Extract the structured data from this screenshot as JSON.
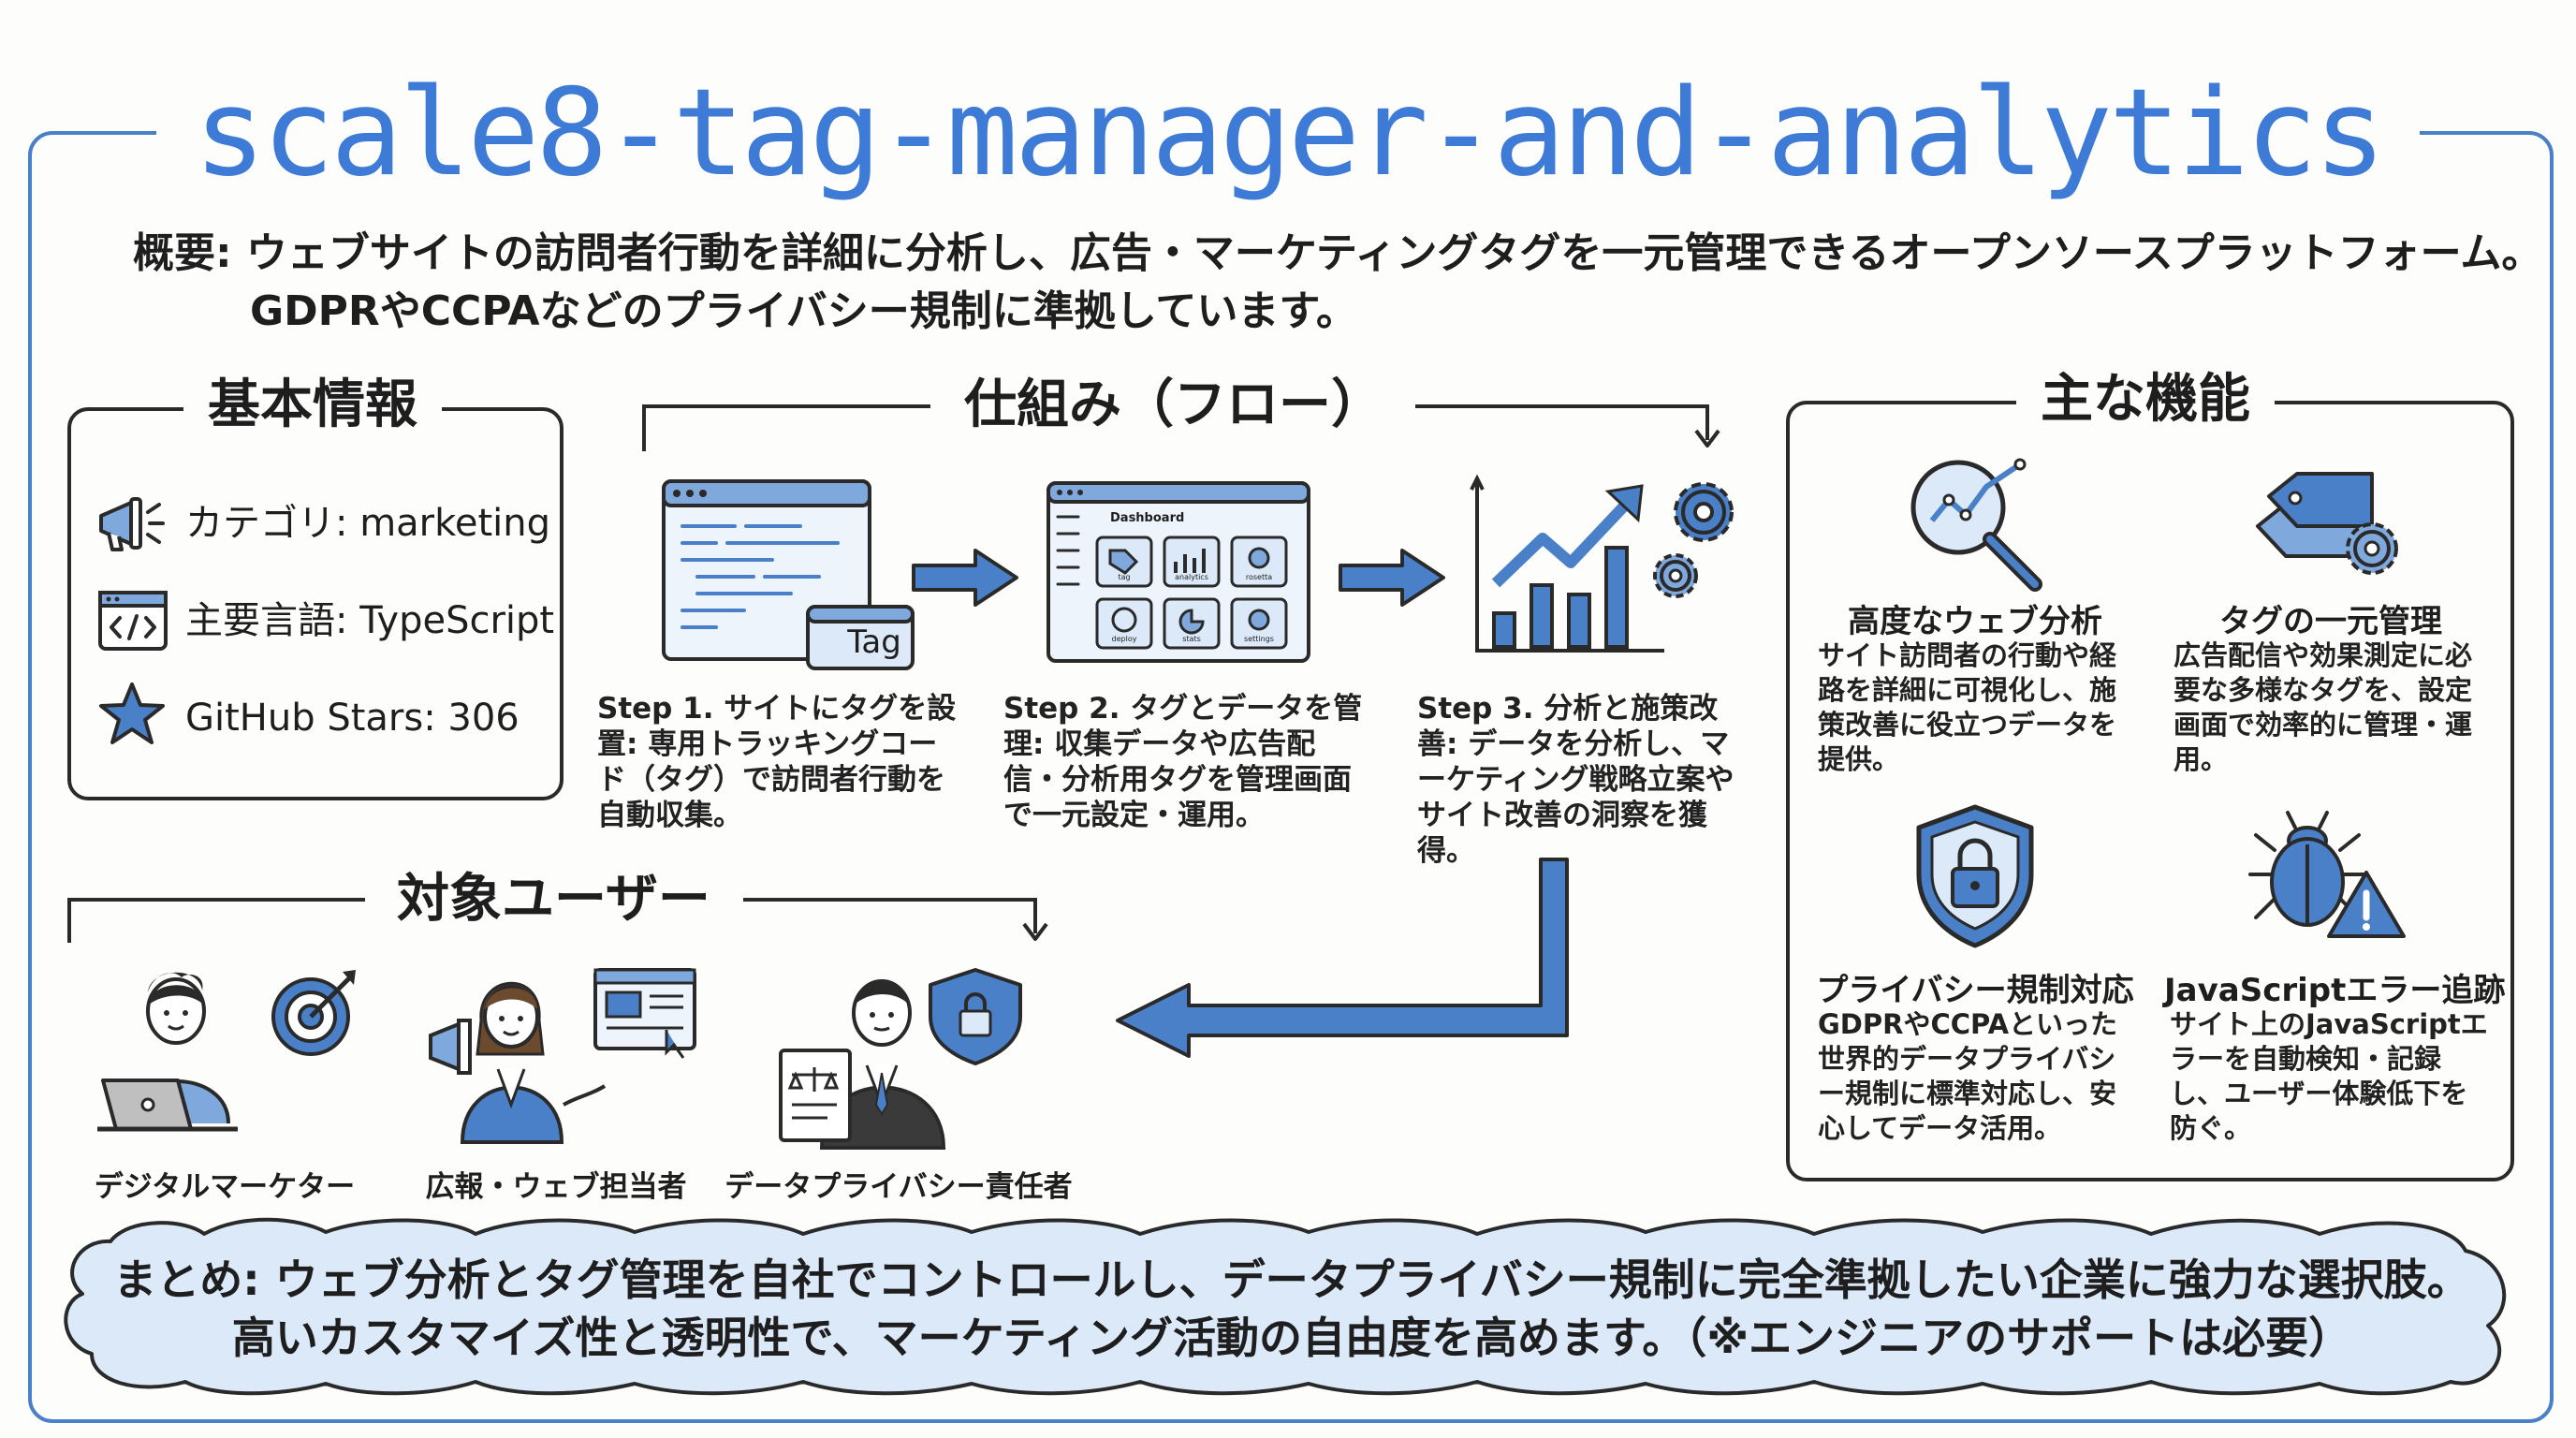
{
  "title": "scale8-tag-manager-and-analytics",
  "overview": "概要: ウェブサイトの訪問者行動を詳細に分析し、広告・マーケティングタグを一元管理できるオープンソースプラットフォーム。GDPRやCCPAなどのプライバシー規制に準拠しています。",
  "basic": {
    "heading": "基本情報",
    "category": "カテゴリ: marketing",
    "language": "主要言語: TypeScript",
    "stars": "GitHub Stars: 306"
  },
  "flow": {
    "heading": "仕組み（フロー）",
    "dashboard_label": "Dashboard",
    "tag_label": "Tag",
    "dash_tiles": [
      "tag",
      "analytics",
      "rosetta",
      "deploy",
      "stats",
      "settings"
    ],
    "steps": [
      "Step 1. サイトにタグを設置: 専用トラッキングコード（タグ）で訪問者行動を自動収集。",
      "Step 2. タグとデータを管理: 収集データや広告配信・分析用タグを管理画面で一元設定・運用。",
      "Step 3. 分析と施策改善: データを分析し、マーケティング戦略立案やサイト改善の洞察を獲得。"
    ]
  },
  "features": {
    "heading": "主な機能",
    "items": [
      {
        "title": "高度なウェブ分析",
        "desc": "サイト訪問者の行動や経路を詳細に可視化し、施策改善に役立つデータを提供。"
      },
      {
        "title": "タグの一元管理",
        "desc": "広告配信や効果測定に必要な多様なタグを、設定画面で効率的に管理・運用。"
      },
      {
        "title": "プライバシー規制対応",
        "desc": "GDPRやCCPAといった世界的データプライバシー規制に標準対応し、安心してデータ活用。"
      },
      {
        "title": "JavaScriptエラー追跡",
        "desc": "サイト上のJavaScriptエラーを自動検知・記録し、ユーザー体験低下を防ぐ。"
      }
    ]
  },
  "users": {
    "heading": "対象ユーザー",
    "items": [
      "デジタルマーケター",
      "広報・ウェブ担当者",
      "データプライバシー責任者"
    ]
  },
  "summary": {
    "line1": "まとめ: ウェブ分析とタグ管理を自社でコントロールし、データプライバシー規制に完全準拠したい企業に強力な選択肢。",
    "line2": "高いカスタマイズ性と透明性で、マーケティング活動の自由度を高めます。（※エンジニアのサポートは必要）"
  },
  "colors": {
    "accent": "#3d7bd6",
    "frame": "#4a80c8",
    "icon_fill": "#7fa8dc",
    "cloud_bg": "#dbe9f8"
  }
}
